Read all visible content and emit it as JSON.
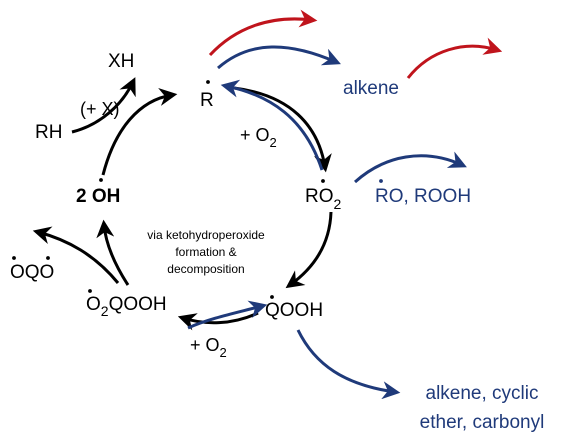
{
  "species": {
    "xh": "XH",
    "r": "R",
    "rh": "RH",
    "plus_x": "(+ X)",
    "plus_o2_top_pre": "+ O",
    "plus_o2_top_sub": "2",
    "two_oh_pre": "2 ",
    "two_oh_main": "OH",
    "ro2_main": "RO",
    "ro2_sub": "2",
    "qooh": "QOOH",
    "o2qooh_sub": "2",
    "o2qooh_main": "QOOH",
    "oqo": "OQO",
    "plus_o2_bot_pre": "+ O",
    "plus_o2_bot_sub": "2"
  },
  "annotations": {
    "via_line1": "via ketohydroperoxide",
    "via_line2": "formation &",
    "via_line3": "decomposition"
  },
  "products": {
    "alkene": "alkene",
    "ro_rooh": "RO, ROOH",
    "products_line1": "alkene, cyclic",
    "products_line2": "ether, carbonyl"
  },
  "colors": {
    "black": "#000000",
    "blue": "#1f3a7a",
    "red": "#c0141c"
  }
}
